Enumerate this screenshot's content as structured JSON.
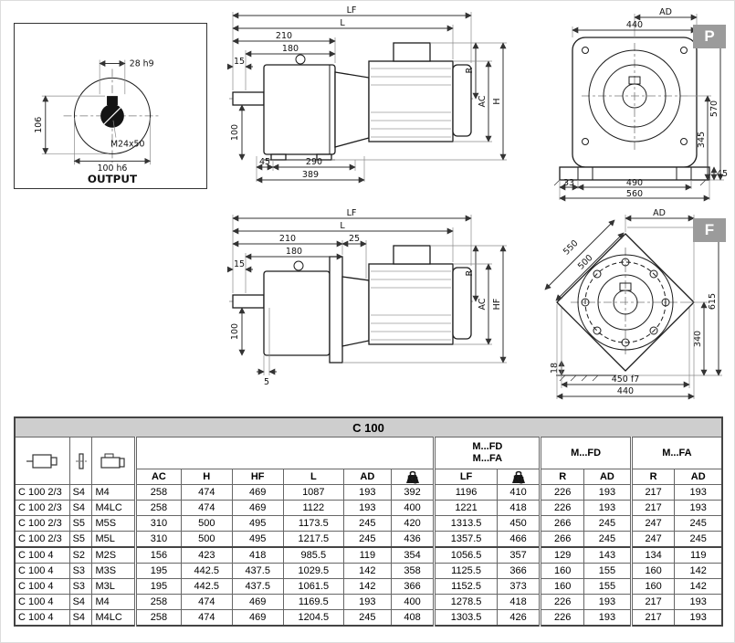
{
  "output_detail": {
    "label": "OUTPUT",
    "dim_width": "28 h9",
    "dim_height": "106",
    "dim_thread": "M24x50",
    "dim_bore": "100 h6"
  },
  "view_p": {
    "badge": "P",
    "side": {
      "lf": "LF",
      "l": "L",
      "d210": "210",
      "d180": "180",
      "d15": "15",
      "d100": "100",
      "d45": "45",
      "d290": "290",
      "d389": "389",
      "r": "R",
      "ac": "AC",
      "h": "H"
    },
    "front": {
      "ad": "AD",
      "d440": "440",
      "d570": "570",
      "d345": "345",
      "d33": "33",
      "d490": "490",
      "d560": "560",
      "d45": "45"
    }
  },
  "view_f": {
    "badge": "F",
    "side": {
      "lf": "LF",
      "l": "L",
      "d210": "210",
      "d25": "25",
      "d180": "180",
      "d15": "15",
      "d100": "100",
      "d5": "5",
      "r": "R",
      "ac": "AC",
      "hf": "HF"
    },
    "front": {
      "ad": "AD",
      "d550": "550",
      "d500": "500",
      "d615": "615",
      "d340": "340",
      "d18": "18",
      "d450": "450 f7",
      "d440": "440"
    }
  },
  "table": {
    "title": "C 100",
    "group_fd_fa_line1": "M...FD",
    "group_fd_fa_line2": "M...FA",
    "group_fd": "M...FD",
    "group_fa": "M...FA",
    "kg_label": "Kg",
    "columns": {
      "ac": "AC",
      "h": "H",
      "hf": "HF",
      "l": "L",
      "ad": "AD",
      "lf": "LF",
      "r1": "R",
      "ad1": "AD",
      "r2": "R",
      "ad2": "AD"
    },
    "icons": {
      "gearbox": "gearbox-icon",
      "output": "output-shaft-icon",
      "motor": "motor-icon",
      "weight": "weight-icon"
    },
    "rows": [
      {
        "model": "C 100 2/3",
        "size": "S4",
        "motor": "M4",
        "values": [
          "258",
          "474",
          "469",
          "1087",
          "193",
          "392",
          "1196",
          "410",
          "226",
          "193",
          "217",
          "193"
        ]
      },
      {
        "model": "C 100 2/3",
        "size": "S4",
        "motor": "M4LC",
        "values": [
          "258",
          "474",
          "469",
          "1122",
          "193",
          "400",
          "1221",
          "418",
          "226",
          "193",
          "217",
          "193"
        ]
      },
      {
        "model": "C 100 2/3",
        "size": "S5",
        "motor": "M5S",
        "values": [
          "310",
          "500",
          "495",
          "1173.5",
          "245",
          "420",
          "1313.5",
          "450",
          "266",
          "245",
          "247",
          "245"
        ]
      },
      {
        "model": "C 100 2/3",
        "size": "S5",
        "motor": "M5L",
        "values": [
          "310",
          "500",
          "495",
          "1217.5",
          "245",
          "436",
          "1357.5",
          "466",
          "266",
          "245",
          "247",
          "245"
        ]
      },
      {
        "model": "C 100 4",
        "size": "S2",
        "motor": "M2S",
        "values": [
          "156",
          "423",
          "418",
          "985.5",
          "119",
          "354",
          "1056.5",
          "357",
          "129",
          "143",
          "134",
          "119"
        ]
      },
      {
        "model": "C 100 4",
        "size": "S3",
        "motor": "M3S",
        "values": [
          "195",
          "442.5",
          "437.5",
          "1029.5",
          "142",
          "358",
          "1125.5",
          "366",
          "160",
          "155",
          "160",
          "142"
        ]
      },
      {
        "model": "C 100 4",
        "size": "S3",
        "motor": "M3L",
        "values": [
          "195",
          "442.5",
          "437.5",
          "1061.5",
          "142",
          "366",
          "1152.5",
          "373",
          "160",
          "155",
          "160",
          "142"
        ]
      },
      {
        "model": "C 100 4",
        "size": "S4",
        "motor": "M4",
        "values": [
          "258",
          "474",
          "469",
          "1169.5",
          "193",
          "400",
          "1278.5",
          "418",
          "226",
          "193",
          "217",
          "193"
        ]
      },
      {
        "model": "C 100 4",
        "size": "S4",
        "motor": "M4LC",
        "values": [
          "258",
          "474",
          "469",
          "1204.5",
          "245",
          "408",
          "1303.5",
          "426",
          "226",
          "193",
          "217",
          "193"
        ]
      }
    ]
  }
}
